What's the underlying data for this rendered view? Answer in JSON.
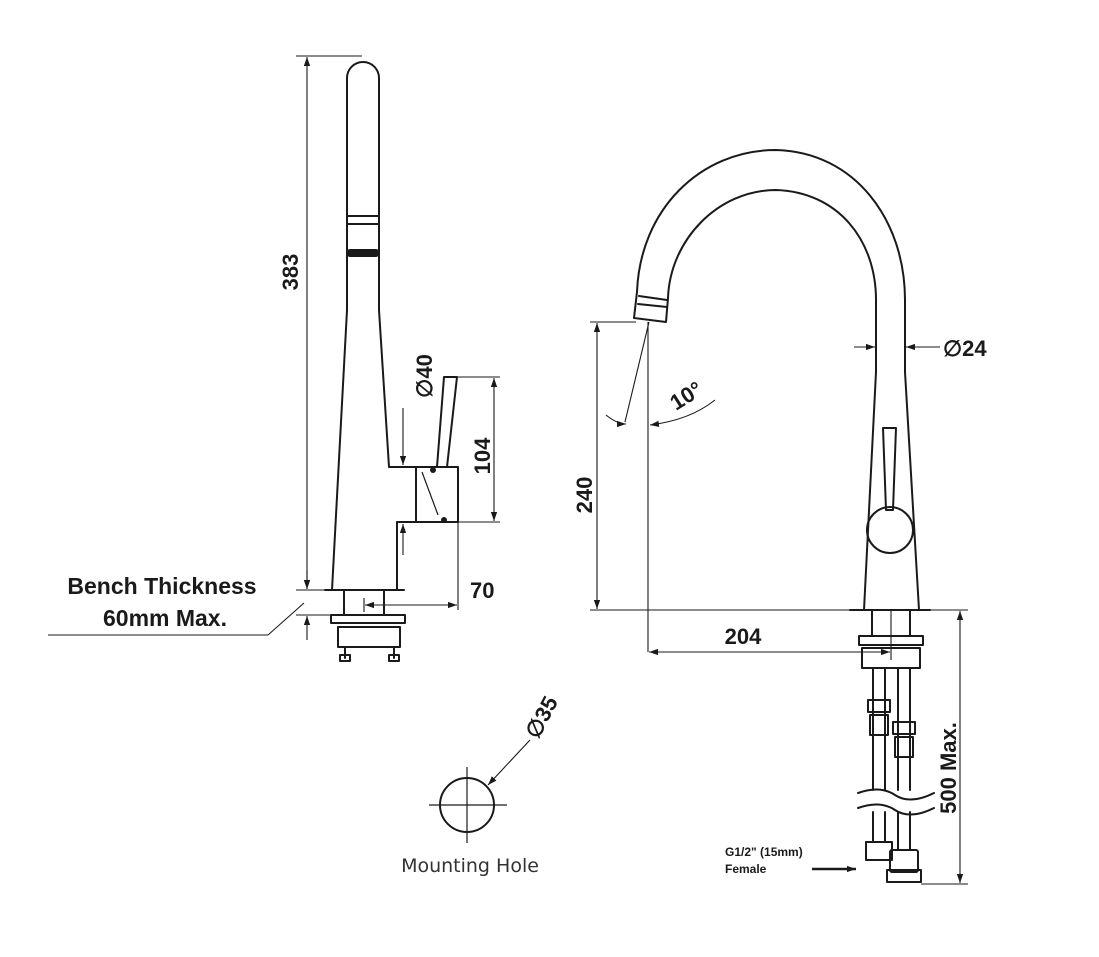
{
  "side_view": {
    "dim_height": "383",
    "dim_diameter_prefix": "∅",
    "dim_diameter_value": "40",
    "dim_handle": "104",
    "dim_base": "70",
    "bench_line1": "Bench Thickness",
    "bench_line2": "60mm Max."
  },
  "front_view": {
    "dim_angle": "10°",
    "dim_spout_height": "240",
    "dim_reach": "204",
    "dim_diameter_prefix": "∅",
    "dim_diameter_value": "24",
    "dim_hose": "500 Max.",
    "hose_fitting_line1": "G1/2\" (15mm)",
    "hose_fitting_line2": "Female"
  },
  "mounting_hole": {
    "dim_prefix": "∅",
    "dim_value": "35",
    "label": "Mounting Hole"
  },
  "colors": {
    "line": "#1a1a1a",
    "background": "#ffffff"
  }
}
